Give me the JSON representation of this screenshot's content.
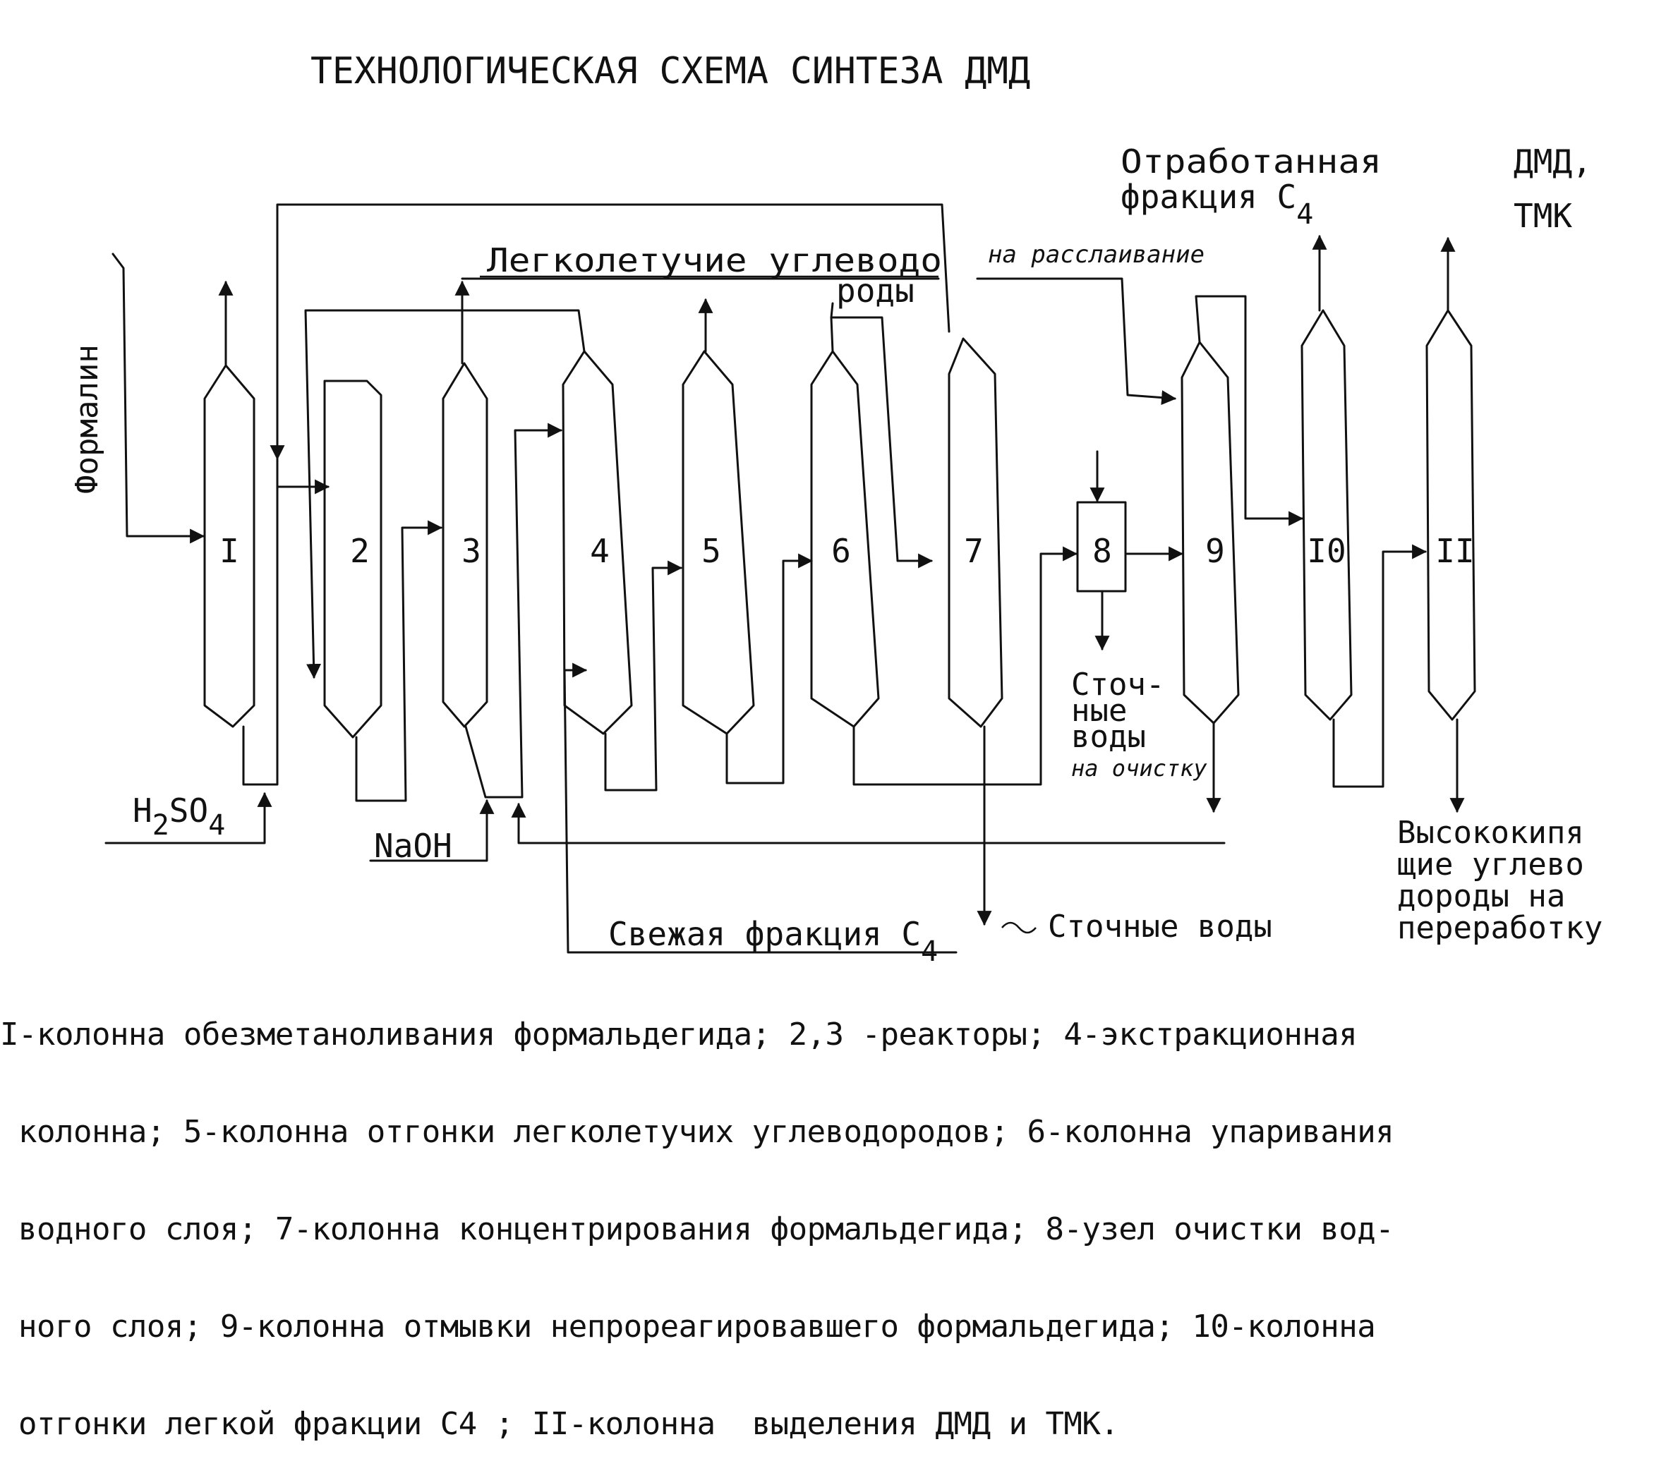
{
  "title": "ТЕХНОЛОГИЧЕСКАЯ СХЕМА СИНТЕЗА ДМД",
  "columns": [
    "I",
    "2",
    "3",
    "4",
    "5",
    "6",
    "7",
    "8",
    "9",
    "I0",
    "II"
  ],
  "labels": {
    "formalin": "Формалин",
    "volatile_line1": "Легколетучие углеводо",
    "volatile_line2": "роды",
    "spent_line1": "Отработанная",
    "spent_line2": "фракция C",
    "spent_sub": "4",
    "to_separation": "на расслаивание",
    "dmd_line1": "ДМД,",
    "dmd_line2": "ТМК",
    "h2so4_H": "H",
    "h2so4_2": "2",
    "h2so4_SO": "SO",
    "h2so4_4": "4",
    "naoh": "NaOH",
    "wastewater1_l1": "Сточ-",
    "wastewater1_l2": "ные",
    "wastewater1_l3": "воды",
    "to_cleaning": "на очистку",
    "wastewater2": "Сточные воды",
    "fresh_c4": "Свежая фракция C",
    "fresh_c4_sub": "4",
    "highboil_l1": "Высококипя",
    "highboil_l2": "щие углево",
    "highboil_l3": "дороды на",
    "highboil_l4": "переработку"
  },
  "caption": {
    "line1": "I-колонна обезметаноливания формальдегида; 2,3 -реакторы; 4-экстракционная",
    "line2": " колонна; 5-колонна отгонки легколетучих углеводородов; 6-колонна упаривания",
    "line3": " водного слоя; 7-колонна концентрирования формальдегида; 8-узел очистки вод-",
    "line4": " ного слоя; 9-колонна отмывки непрореагировавшего формальдегида; 10-колонна",
    "line5": " отгонки легкой фракции C4 ; II-колонна  выделения ДМД и ТМК."
  }
}
